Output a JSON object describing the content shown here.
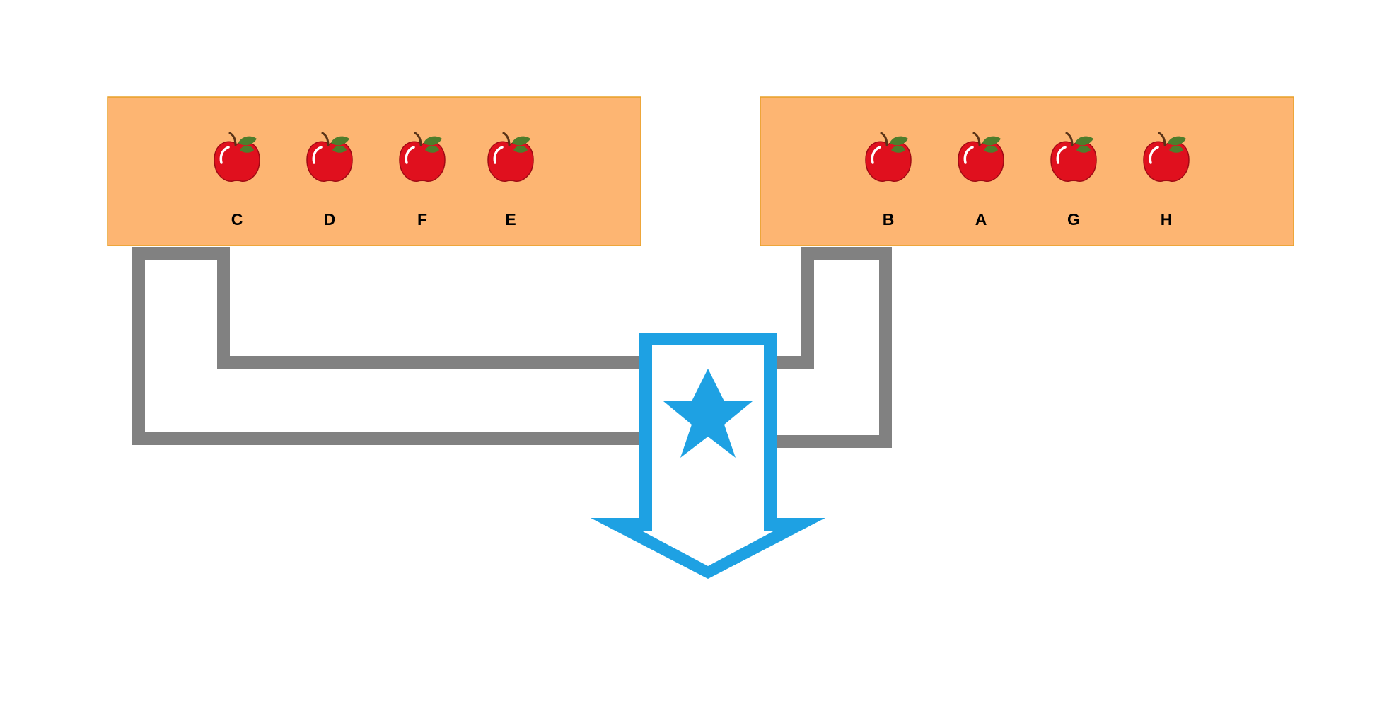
{
  "colors": {
    "group_fill": "#FDB572",
    "group_border": "#E8A028",
    "connector": "#818181",
    "accent": "#1EA1E3",
    "apple_body": "#E0101E",
    "apple_leaf": "#4E7D2C"
  },
  "icons": {
    "item": "apple-icon",
    "center": "star-icon",
    "arrow": "down-arrow-icon"
  },
  "left_group": {
    "items": [
      {
        "label": "C"
      },
      {
        "label": "D"
      },
      {
        "label": "F"
      },
      {
        "label": "E"
      }
    ]
  },
  "right_group": {
    "items": [
      {
        "label": "B"
      },
      {
        "label": "A"
      },
      {
        "label": "G"
      },
      {
        "label": "H"
      }
    ]
  }
}
